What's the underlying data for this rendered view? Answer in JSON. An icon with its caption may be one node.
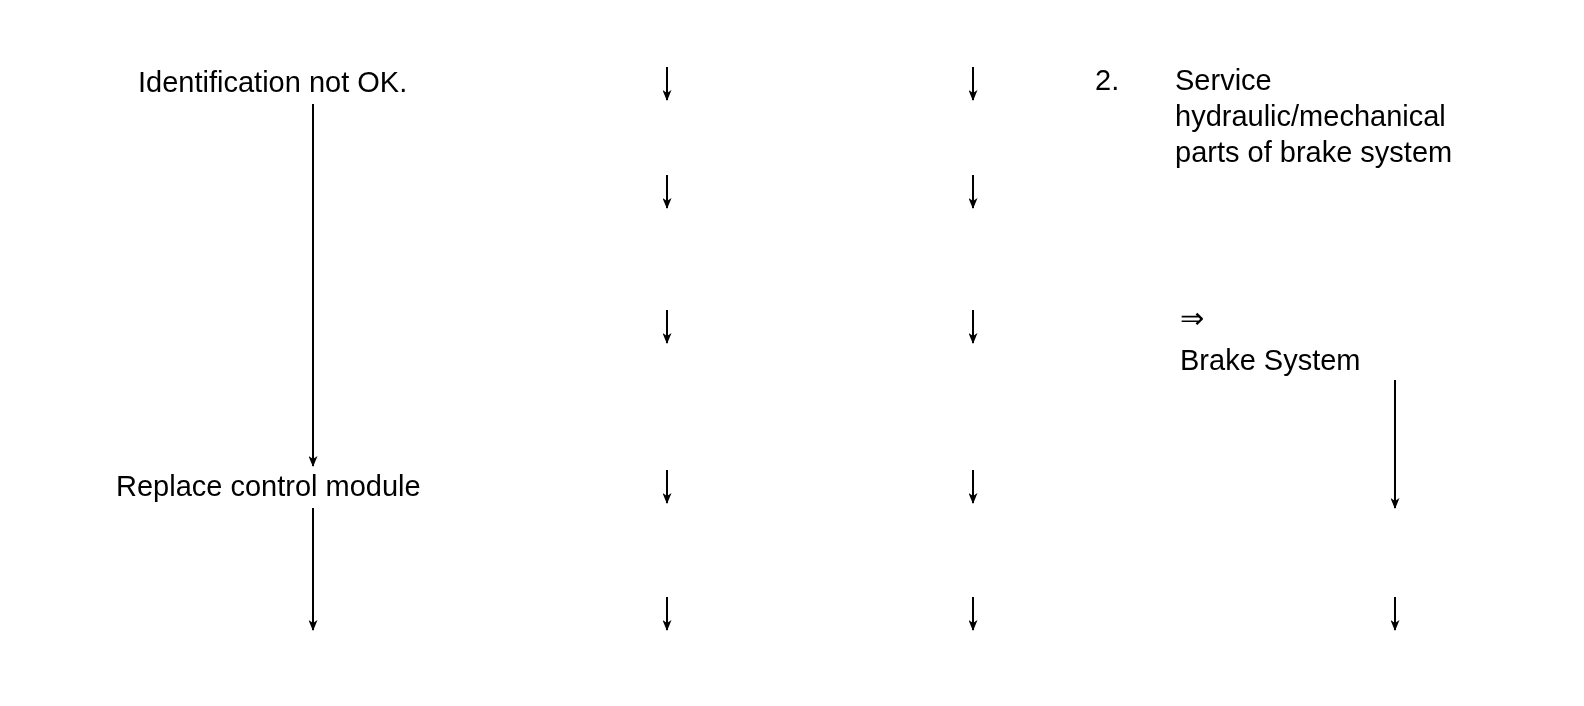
{
  "diagram": {
    "nodes": [
      {
        "text": [
          "Identification not OK."
        ]
      },
      {
        "text": [
          "Replace control module"
        ]
      },
      {
        "text": [
          "2.",
          "Service hydraulic/mechanical parts of brake system"
        ]
      },
      {
        "text": [
          "⇒",
          "Brake System"
        ]
      }
    ],
    "edges": [
      {
        "from": 0,
        "to": 1,
        "arrow": "to"
      },
      {
        "from": 1,
        "to": null,
        "arrow": "to"
      },
      {
        "from": 3,
        "to": null,
        "arrow": "to"
      }
    ]
  }
}
